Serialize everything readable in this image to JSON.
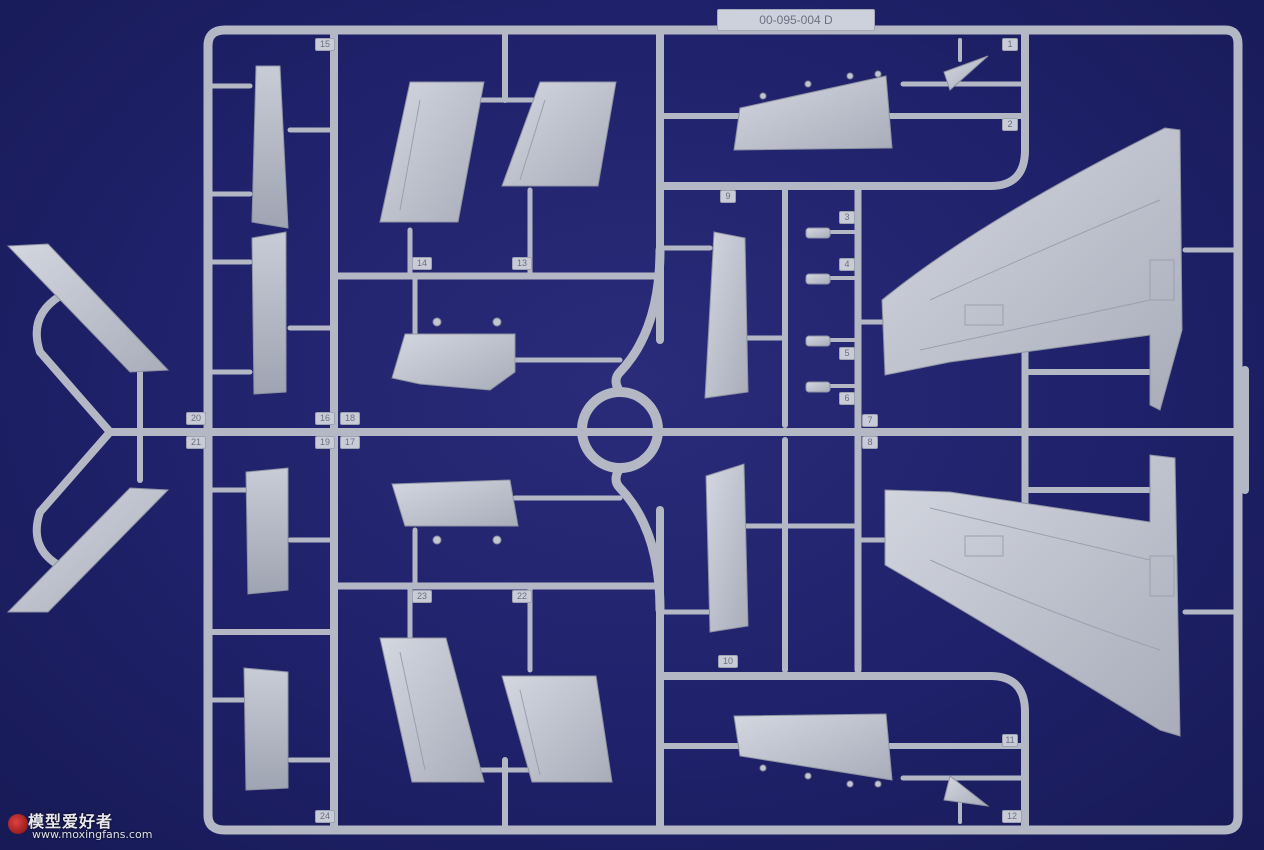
{
  "photo": {
    "subject": "plastic model kit sprue",
    "background_color": "#1f216a",
    "plastic_color": "#b9bdc8"
  },
  "sprue_code": "00-095-004 D",
  "part_numbers": [
    "1",
    "2",
    "3",
    "4",
    "5",
    "6",
    "7",
    "8",
    "9",
    "10",
    "11",
    "12",
    "13",
    "14",
    "15",
    "16",
    "17",
    "18",
    "19",
    "20",
    "21",
    "22",
    "23",
    "24"
  ],
  "watermark": {
    "brand": "模型爱好者",
    "url": "www.moxingfans.com"
  }
}
